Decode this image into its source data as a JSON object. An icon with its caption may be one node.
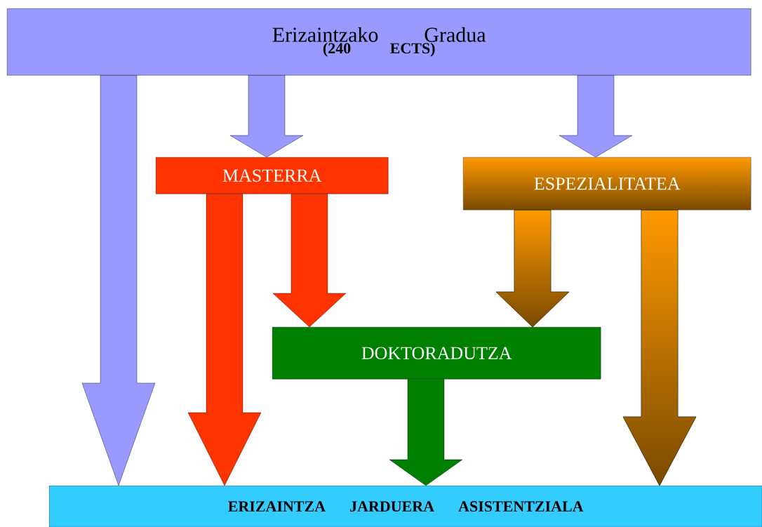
{
  "diagram": {
    "nodes": [
      {
        "text": [
          "Erizaintzako Gradua",
          "(240 ECTS)"
        ]
      },
      {
        "text": [
          "MASTERRA"
        ]
      },
      {
        "text": [
          "ESPEZIALITATEA"
        ]
      },
      {
        "text": [
          "DOKTORADUTZA"
        ]
      },
      {
        "text": [
          "ERIZAINTZA JARDUERA ASISTENTZIALA"
        ]
      }
    ],
    "edges": [
      {
        "from": 0,
        "to": 4,
        "arrow": "to",
        "color": "#9999ff"
      },
      {
        "from": 0,
        "to": 1,
        "arrow": "to",
        "color": "#9999ff"
      },
      {
        "from": 0,
        "to": 2,
        "arrow": "to",
        "color": "#9999ff"
      },
      {
        "from": 1,
        "to": 4,
        "arrow": "to",
        "color": "#ff3300"
      },
      {
        "from": 1,
        "to": 3,
        "arrow": "to",
        "color": "#ff3300"
      },
      {
        "from": 2,
        "to": 3,
        "arrow": "to",
        "color": "#ff9900"
      },
      {
        "from": 2,
        "to": 4,
        "arrow": "to",
        "color": "#ff9900"
      },
      {
        "from": 3,
        "to": 4,
        "arrow": "to",
        "color": "#008000"
      }
    ]
  }
}
